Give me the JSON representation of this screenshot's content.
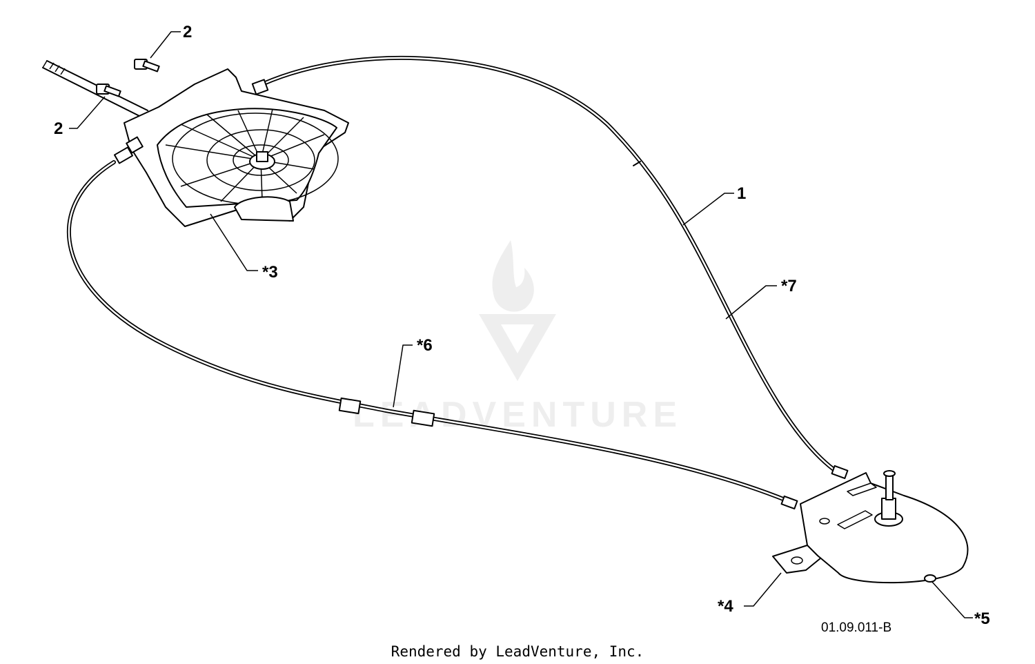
{
  "callouts": [
    {
      "id": "2a",
      "text": "2"
    },
    {
      "id": "2b",
      "text": "2"
    },
    {
      "id": "3",
      "text": "*3"
    },
    {
      "id": "1",
      "text": "1"
    },
    {
      "id": "7",
      "text": "*7"
    },
    {
      "id": "6",
      "text": "*6"
    },
    {
      "id": "4",
      "text": "*4"
    },
    {
      "id": "5",
      "text": "*5"
    }
  ],
  "drawing_code": "01.09.011-B",
  "watermark": "LEADVENTURE",
  "footer_credit": "Rendered by LeadVenture, Inc."
}
